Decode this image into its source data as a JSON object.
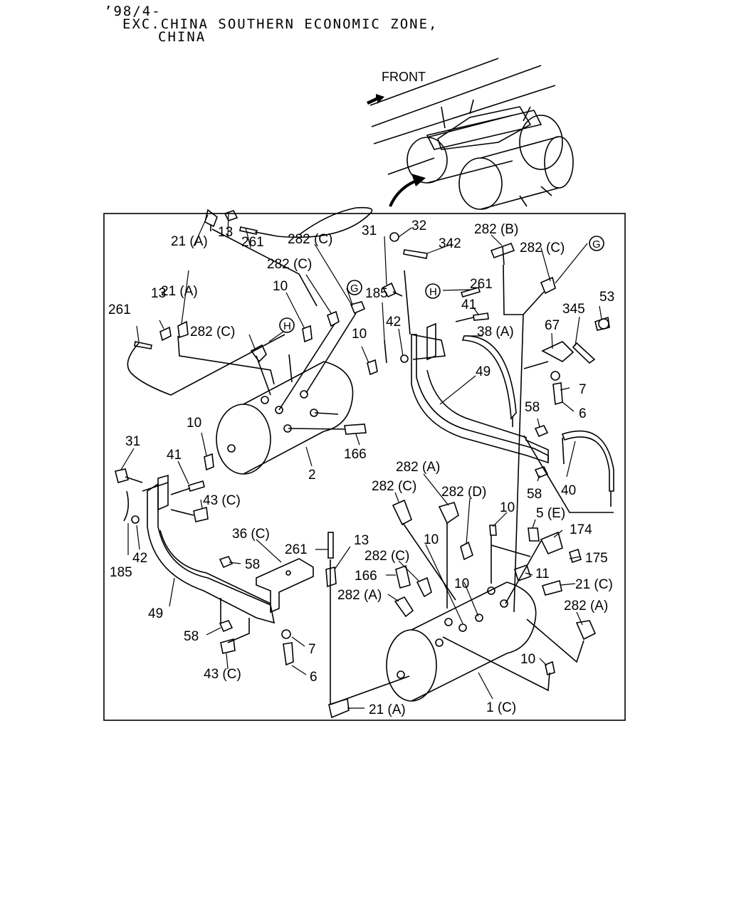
{
  "header": {
    "date_code": "’98/4-",
    "line1": "EXC.CHINA SOUTHERN ECONOMIC ZONE,",
    "line2": "CHINA"
  },
  "overview": {
    "front_label": "FRONT"
  },
  "callouts": {
    "c_21A_top": "21 (A)",
    "c_13_top": "13",
    "c_261_top": "261",
    "c_282C_top": "282 (C)",
    "c_31_top": "31",
    "c_32": "32",
    "c_342": "342",
    "c_282B": "282 (B)",
    "c_282C_topright": "282 (C)",
    "c_G_right": "G",
    "c_21A_left": "21 (A)",
    "c_282C_mid": "282 (C)",
    "c_G_mid": "G",
    "c_185_top": "185",
    "c_H_mid": "H",
    "c_261_right": "261",
    "c_13_left": "13",
    "c_261_left": "261",
    "c_10_upper": "10",
    "c_41_right": "41",
    "c_53": "53",
    "c_345": "345",
    "c_282C_left": "282 (C)",
    "c_H_left": "H",
    "c_10_mid": "10",
    "c_42_top": "42",
    "c_38A": "38 (A)",
    "c_67": "67",
    "c_49_right": "49",
    "c_7_right": "7",
    "c_6_right": "6",
    "c_58_right1": "58",
    "c_166_top": "166",
    "c_10_tankleft": "10",
    "c_2": "2",
    "c_31_left": "31",
    "c_41_left": "41",
    "c_43C_upper": "43 (C)",
    "c_40": "40",
    "c_58_right2": "58",
    "c_282A_top": "282 (A)",
    "c_282C_cluster": "282 (C)",
    "c_282D": "282 (D)",
    "c_10_cluster": "10",
    "c_5E": "5 (E)",
    "c_174": "174",
    "c_36C": "36 (C)",
    "c_261_bottom": "261",
    "c_13_bottom": "13",
    "c_58_left1": "58",
    "c_185_left": "185",
    "c_42_left": "42",
    "c_175": "175",
    "c_282C_lower": "282 (C)",
    "c_10_lower1": "10",
    "c_11": "11",
    "c_166_lower": "166",
    "c_21C": "21 (C)",
    "c_282A_lower": "282 (A)",
    "c_10_lower2": "10",
    "c_282A_right": "282 (A)",
    "c_49_left": "49",
    "c_58_left2": "58",
    "c_7_left": "7",
    "c_10_bottom": "10",
    "c_43C_lower": "43 (C)",
    "c_6_left": "6",
    "c_1C": "1 (C)",
    "c_21A_bottom": "21 (A)"
  }
}
